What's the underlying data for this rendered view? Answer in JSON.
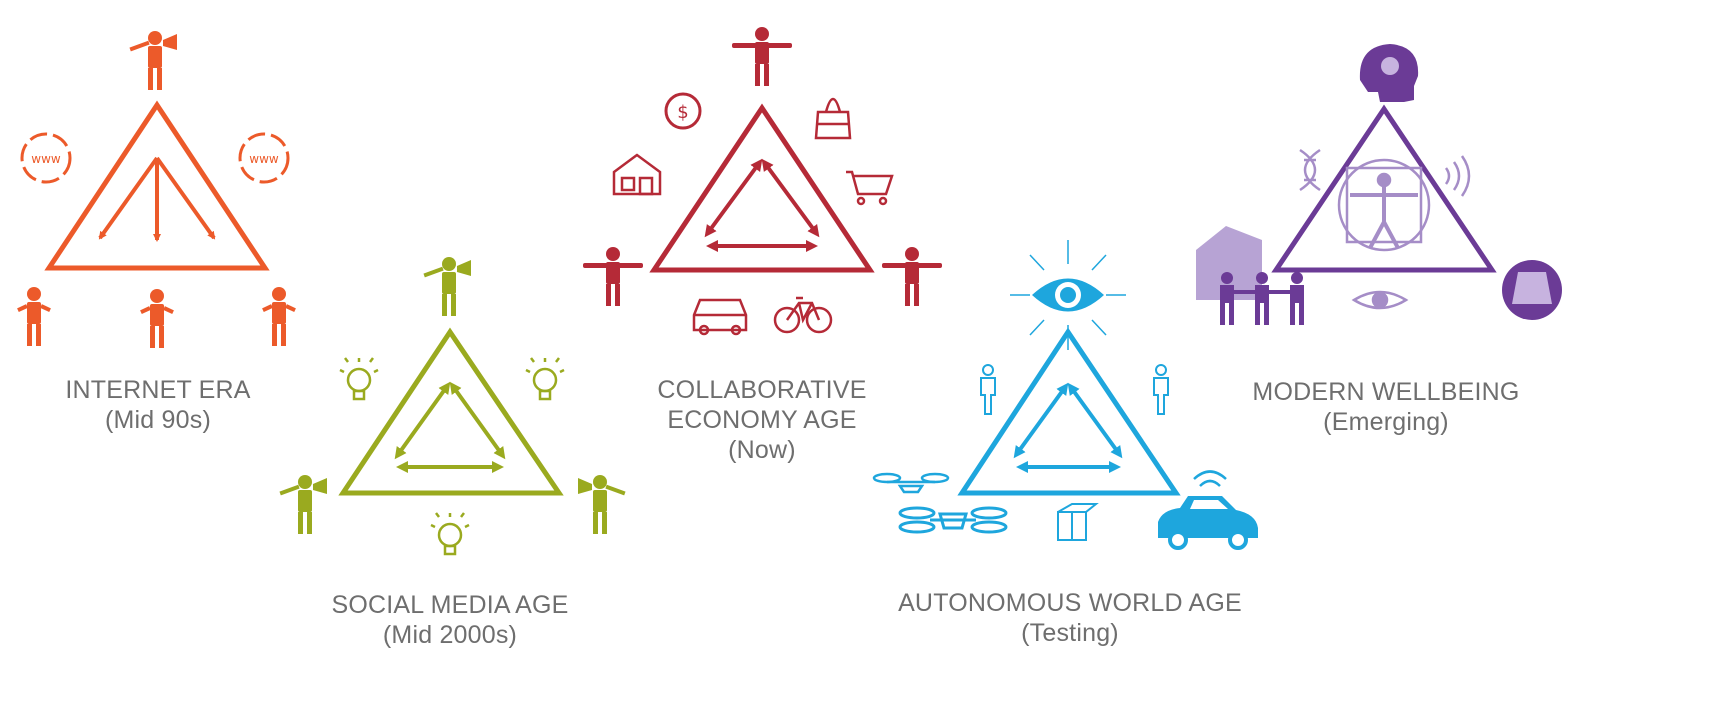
{
  "stages": [
    {
      "id": "internet",
      "title": "INTERNET ERA",
      "period": "(Mid 90s)",
      "color": "#ec5a2a"
    },
    {
      "id": "social",
      "title": "SOCIAL MEDIA AGE",
      "period": "(Mid 2000s)",
      "color": "#9aaa1f"
    },
    {
      "id": "collab",
      "title_line1": "COLLABORATIVE",
      "title_line2": "ECONOMY AGE",
      "period": "(Now)",
      "color": "#b52a37"
    },
    {
      "id": "autonomous",
      "title": "AUTONOMOUS WORLD AGE",
      "period": "(Testing)",
      "color": "#1ea6dd"
    },
    {
      "id": "wellbeing",
      "title": "MODERN WELLBEING",
      "period": "(Emerging)",
      "color": "#6b3b96"
    }
  ],
  "icons": {
    "www_text": "www",
    "dollar_text": "$"
  }
}
